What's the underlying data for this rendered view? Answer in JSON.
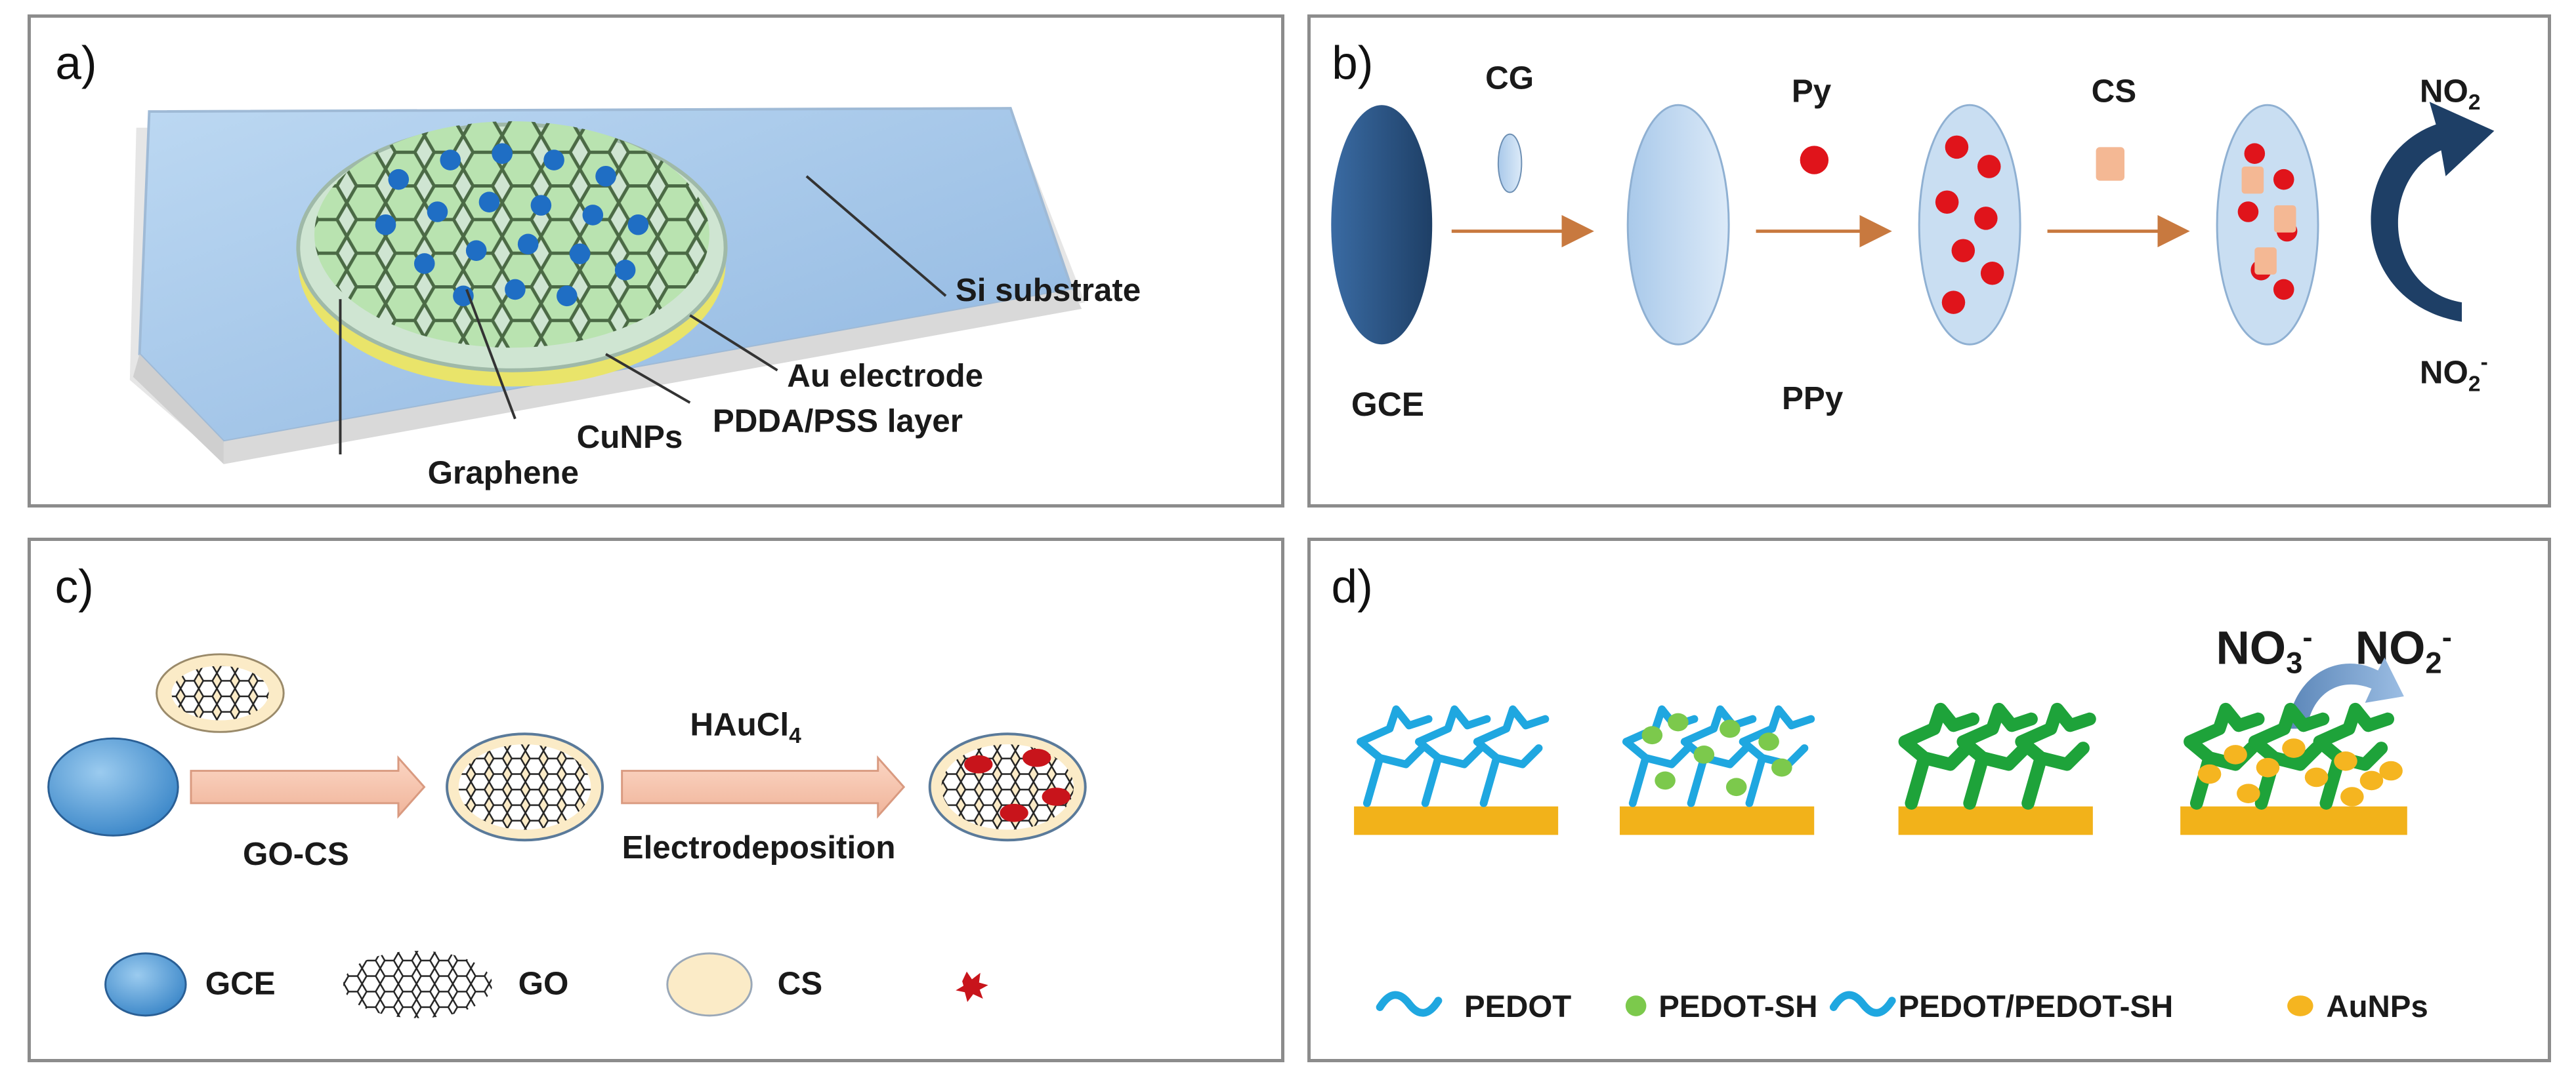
{
  "panel_a": {
    "label": "a)",
    "annotations": {
      "si_substrate": "Si substrate",
      "au_electrode": "Au electrode",
      "pdda_pss": "PDDA/PSS layer",
      "cunps": "CuNPs",
      "graphene": "Graphene"
    }
  },
  "panel_b": {
    "label": "b)",
    "cg": "CG",
    "py": "Py",
    "cs": "CS",
    "gce": "GCE",
    "ppy": "PPy",
    "no2": "NO",
    "no2_sub": "2",
    "no2m": "NO",
    "no2m_sub": "2",
    "no2m_sup": "-"
  },
  "panel_c": {
    "label": "c)",
    "go_cs": "GO-CS",
    "haucl_main": "HAuCl",
    "haucl_sub": "4",
    "electrodeposition": "Electrodeposition",
    "legend": {
      "gce": "GCE",
      "go": "GO",
      "cs": "CS"
    }
  },
  "panel_d": {
    "label": "d)",
    "no3": "NO",
    "no3_sub": "3",
    "no3_sup": "-",
    "no2": "NO",
    "no2_sub": "2",
    "no2_sup": "-",
    "legend": {
      "pedot": "PEDOT",
      "pedot_sh": "PEDOT-SH",
      "pedot_pedot_sh": "PEDOT/PEDOT-SH",
      "aunps": "AuNPs"
    }
  },
  "colors": {
    "gce_dark": "#2c5282",
    "light_blue": "#c9def2",
    "red_dot": "#e0141b",
    "cs_peach": "#f4b894",
    "arrow_orange": "#c8793f",
    "cs_cream": "#fbebc7",
    "gold": "#f2b21a",
    "pedot_blue": "#1fa7e0",
    "pedot_green": "#1ea33a",
    "sh_green": "#7cc94c",
    "aunp_yellow": "#f5b520"
  }
}
